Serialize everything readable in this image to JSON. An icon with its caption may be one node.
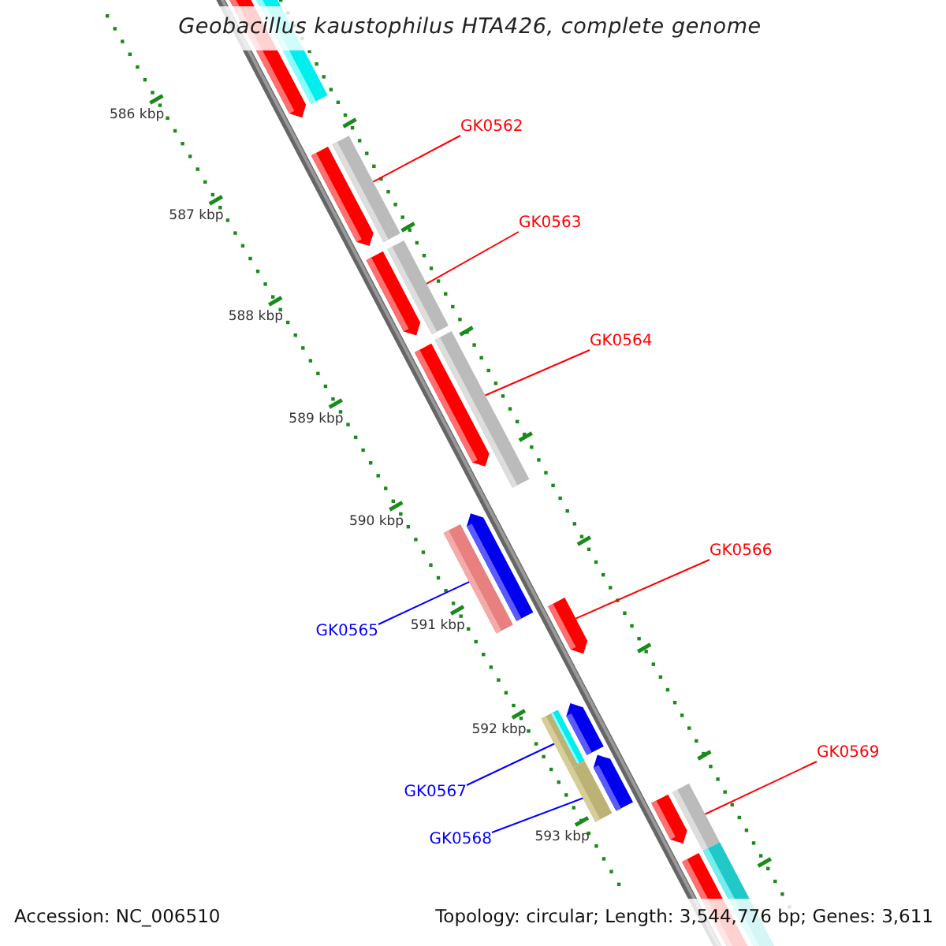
{
  "diagram": {
    "title": "Geobacillus kaustophilus HTA426, complete genome",
    "nodes": [
      {
        "text": [
          "GK0562"
        ]
      },
      {
        "text": [
          "GK0563"
        ]
      },
      {
        "text": [
          "GK0564"
        ]
      },
      {
        "text": [
          "GK0566"
        ]
      },
      {
        "text": [
          "GK0565"
        ]
      },
      {
        "text": [
          "GK0569"
        ]
      },
      {
        "text": [
          "GK0567"
        ]
      },
      {
        "text": [
          "GK0568"
        ]
      },
      {
        "text": [],
        "shape": "bar"
      },
      {
        "text": [],
        "shape": "bar"
      },
      {
        "text": [],
        "shape": "bar"
      },
      {
        "text": [],
        "shape": "bar"
      },
      {
        "text": [],
        "shape": "bar"
      },
      {
        "text": [],
        "shape": "bar"
      },
      {
        "text": [],
        "shape": "bar"
      },
      {
        "text": [],
        "shape": "bar"
      }
    ],
    "edges": [
      {
        "from": 0,
        "to": 8,
        "arrow": "none"
      },
      {
        "from": 1,
        "to": 9,
        "arrow": "none"
      },
      {
        "from": 2,
        "to": 10,
        "arrow": "none"
      },
      {
        "from": 3,
        "to": 11,
        "arrow": "none"
      },
      {
        "from": 4,
        "to": 12,
        "arrow": "none",
        "color": "#0000ff"
      },
      {
        "from": 5,
        "to": 13,
        "arrow": "none"
      },
      {
        "from": 6,
        "to": 14,
        "arrow": "none",
        "color": "#0000ff"
      },
      {
        "from": 7,
        "to": 15,
        "arrow": "none",
        "color": "#0000ff"
      }
    ],
    "labels": [
      "586 kbp",
      "587 kbp",
      "588 kbp",
      "589 kbp",
      "590 kbp",
      "591 kbp",
      "592 kbp",
      "593 kbp",
      "Accession: NC_006510",
      "Topology: circular; Length: 3,544,776 bp; Genes: 3,611"
    ]
  }
}
